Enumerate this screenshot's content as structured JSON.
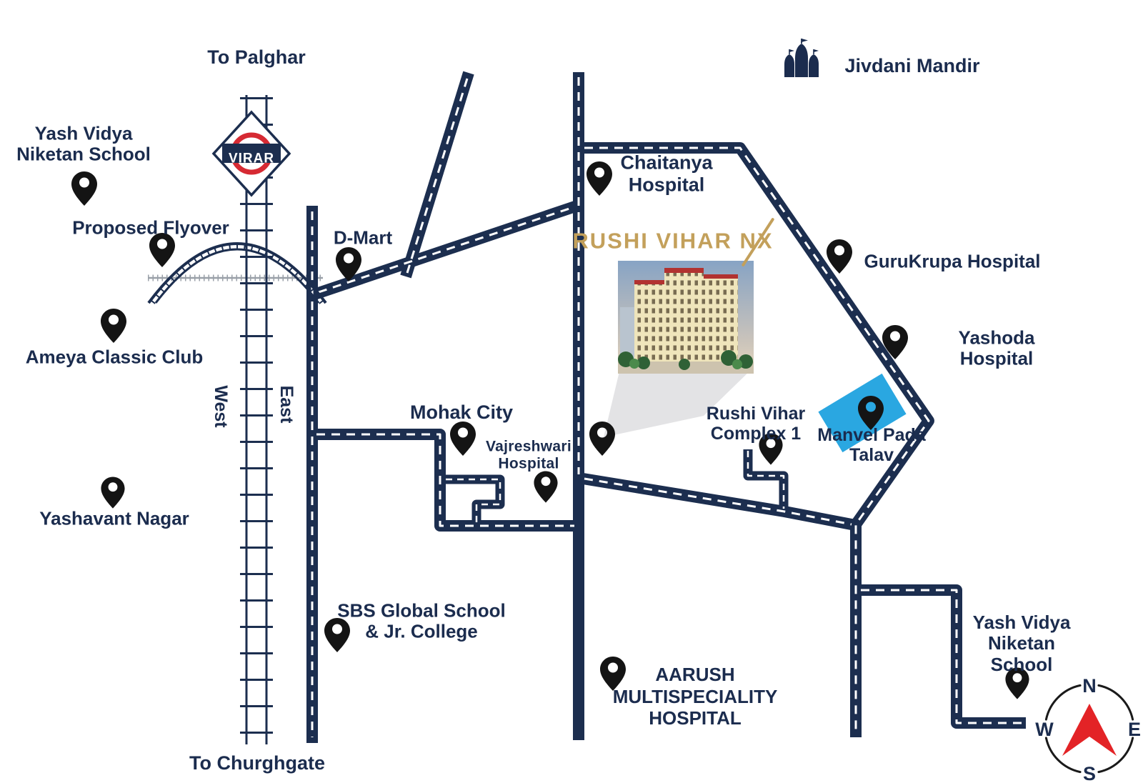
{
  "project": {
    "title": "RUSHI VIHAR NX"
  },
  "station": {
    "name": "VIRAR"
  },
  "directions": {
    "to_north": "To Palghar",
    "to_south": "To Churghgate",
    "west_side": "West",
    "east_side": "East"
  },
  "compass": {
    "north": "N",
    "east": "E",
    "south": "S",
    "west": "W"
  },
  "landmarks": {
    "yash_vidya_nw": "Yash Vidya\nNiketan School",
    "proposed_flyover": "Proposed Flyover",
    "ameya_classic_club": "Ameya Classic Club",
    "yashavant_nagar": "Yashavant Nagar",
    "d_mart": "D-Mart",
    "mohak_city": "Mohak City",
    "vajreshwari_hospital": "Vajreshwari\nHospital",
    "sbs_global_school": "SBS Global School\n& Jr. College",
    "aarush_hospital": "AARUSH\nMULTISPECIALITY\nHOSPITAL",
    "chaitanya_hospital": "Chaitanya\nHospital",
    "jivdani_mandir": "Jivdani Mandir",
    "gurukrupa_hospital": "GuruKrupa Hospital",
    "yashoda_hospital": "Yashoda Hospital",
    "manvel_pada_talav": "Manvel Pada\nTalav",
    "rushi_vihar_complex_1": "Rushi Vihar\nComplex 1",
    "yash_vidya_se": "Yash Vidya\nNiketan School"
  },
  "colors": {
    "road_navy": "#1c2e4f",
    "text_navy": "#1b2c4e",
    "project_gold": "#c3a05b",
    "talav_blue": "#2aa7e1",
    "virar_red": "#d62a33",
    "compass_red": "#e32326",
    "pin_black": "#141414"
  }
}
